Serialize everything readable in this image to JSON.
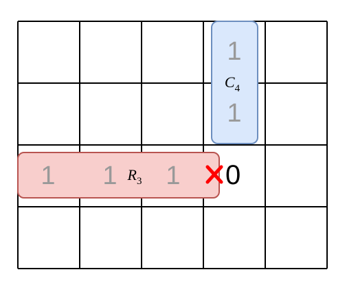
{
  "grid": {
    "rows": 4,
    "cols": 5
  },
  "column_group": {
    "label_main": "C",
    "label_sub": "4",
    "values": [
      "1",
      "1"
    ],
    "fill_color": "#dae8fc",
    "stroke_color": "#6c8ebf"
  },
  "row_group": {
    "label_main": "R",
    "label_sub": "3",
    "values": [
      "1",
      "1",
      "1"
    ],
    "fill_color": "#f8cecc",
    "stroke_color": "#b85450"
  },
  "excluded_cell": {
    "marker_icon": "cross-mark-icon",
    "marker_color": "#ff0000",
    "value": "0"
  },
  "colors": {
    "grid": "#000000",
    "value_text": "#999999"
  }
}
